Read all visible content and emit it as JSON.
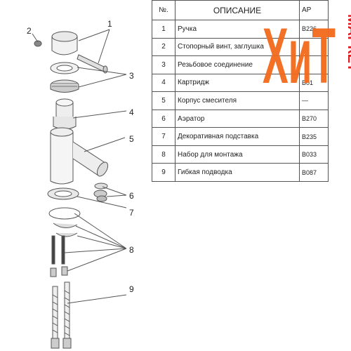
{
  "table": {
    "headers": {
      "no": "№.",
      "description": "ОПИСАНИЕ",
      "code": "АР"
    },
    "rows": [
      {
        "no": "1",
        "description": "Ручка",
        "code": "B226"
      },
      {
        "no": "2",
        "description": "Стопорный винт, заглушка",
        "code": ""
      },
      {
        "no": "3",
        "description": "Резьбовое соединение",
        "code": ""
      },
      {
        "no": "4",
        "description": "Картридж",
        "code": "B01"
      },
      {
        "no": "5",
        "description": "Корпус смесителя",
        "code": "—"
      },
      {
        "no": "6",
        "description": "Аэратор",
        "code": "B270"
      },
      {
        "no": "7",
        "description": "Декоративная подставка",
        "code": "B235"
      },
      {
        "no": "8",
        "description": "Набор для монтажа",
        "code": "B033"
      },
      {
        "no": "9",
        "description": "Гибкая подводка",
        "code": "B087"
      }
    ]
  },
  "callouts": [
    "1",
    "2",
    "3",
    "4",
    "5",
    "6",
    "7",
    "8",
    "9"
  ],
  "logo": {
    "big_letters": "ХиТ",
    "vertical_text": "МАРКЕТ"
  },
  "colors": {
    "logo_orange": "#f26a1b",
    "logo_red": "#e11d24",
    "line": "#555555"
  }
}
